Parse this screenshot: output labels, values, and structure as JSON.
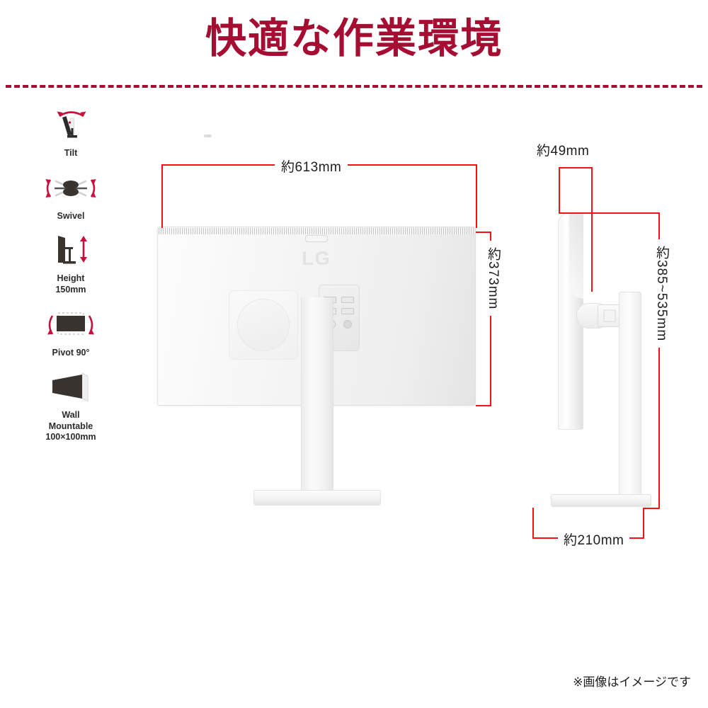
{
  "header": {
    "title": "快適な作業環境"
  },
  "features": [
    {
      "icon": "tilt-icon",
      "label": "Tilt"
    },
    {
      "icon": "swivel-icon",
      "label": "Swivel"
    },
    {
      "icon": "height-adjust-icon",
      "label": "Height\n150mm"
    },
    {
      "icon": "pivot-icon",
      "label": "Pivot 90°"
    },
    {
      "icon": "wall-mount-icon",
      "label": "Wall\nMountable\n100×100mm"
    }
  ],
  "dimensions": {
    "back_width": "約613mm",
    "back_height": "約373mm",
    "side_depth": "約49mm",
    "side_height_range": "約385~535mm",
    "side_base_depth": "約210mm"
  },
  "monitor": {
    "brand_logo": "LG"
  },
  "footer": {
    "disclaimer": "※画像はイメージです"
  },
  "colors": {
    "title": "#a50e32",
    "divider": "#a50e32",
    "dimension_line": "#fa0f18",
    "dimension_text": "#1e1e1e",
    "background": "#ffffff"
  }
}
